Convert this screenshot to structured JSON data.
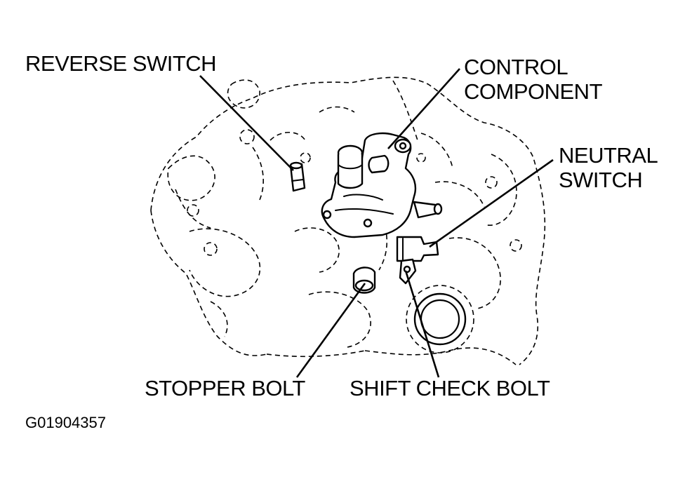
{
  "labels": {
    "reverse_switch": "REVERSE SWITCH",
    "control_component_line1": "CONTROL",
    "control_component_line2": "COMPONENT",
    "neutral_switch_line1": "NEUTRAL",
    "neutral_switch_line2": "SWITCH",
    "stopper_bolt": "STOPPER BOLT",
    "shift_check_bolt": "SHIFT CHECK BOLT"
  },
  "figure_id": "G01904357",
  "colors": {
    "ink": "#000000",
    "paper": "#ffffff"
  }
}
